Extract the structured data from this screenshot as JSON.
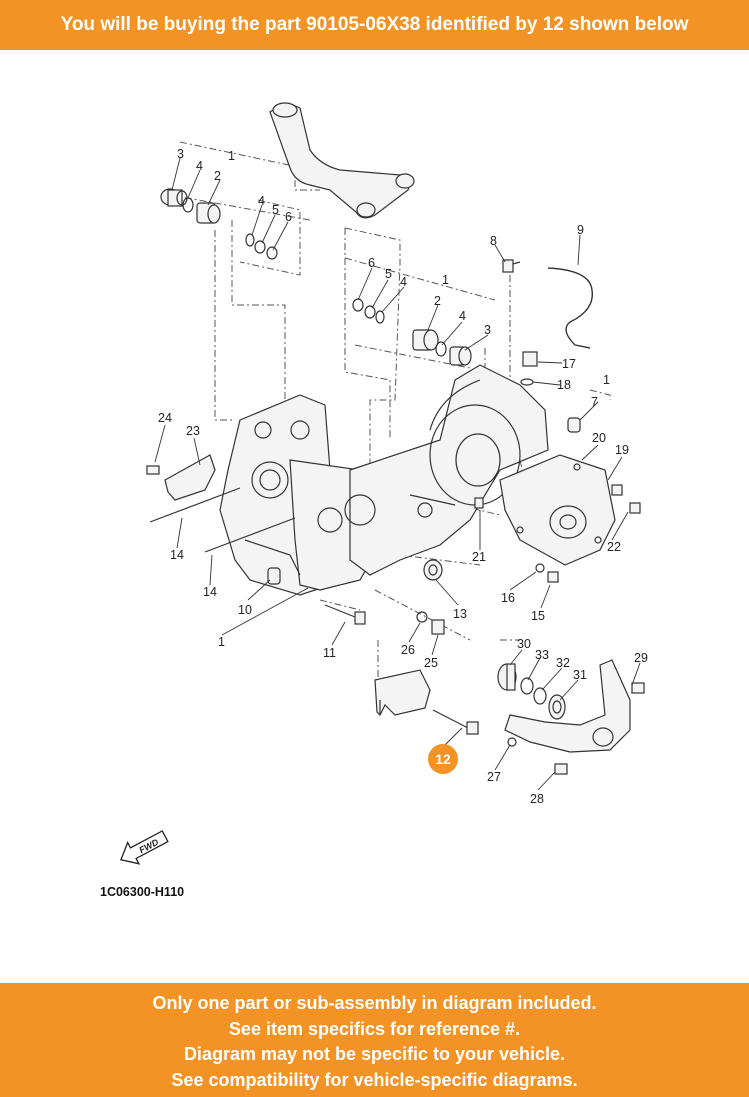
{
  "header": {
    "text": "You will be buying the part 90105-06X38 identified by 12 shown below"
  },
  "diagram": {
    "code": "1C06300-H110",
    "fwd_label": "FWD",
    "highlight": {
      "ref": "12",
      "color": "#f39325"
    },
    "callouts": [
      {
        "ref": "3"
      },
      {
        "ref": "4"
      },
      {
        "ref": "1"
      },
      {
        "ref": "2"
      },
      {
        "ref": "4"
      },
      {
        "ref": "5"
      },
      {
        "ref": "6"
      },
      {
        "ref": "8"
      },
      {
        "ref": "9"
      },
      {
        "ref": "6"
      },
      {
        "ref": "5"
      },
      {
        "ref": "4"
      },
      {
        "ref": "1"
      },
      {
        "ref": "2"
      },
      {
        "ref": "4"
      },
      {
        "ref": "3"
      },
      {
        "ref": "17"
      },
      {
        "ref": "18"
      },
      {
        "ref": "1"
      },
      {
        "ref": "7"
      },
      {
        "ref": "24"
      },
      {
        "ref": "23"
      },
      {
        "ref": "20"
      },
      {
        "ref": "19"
      },
      {
        "ref": "14"
      },
      {
        "ref": "14"
      },
      {
        "ref": "21"
      },
      {
        "ref": "22"
      },
      {
        "ref": "10"
      },
      {
        "ref": "16"
      },
      {
        "ref": "15"
      },
      {
        "ref": "13"
      },
      {
        "ref": "1"
      },
      {
        "ref": "11"
      },
      {
        "ref": "26"
      },
      {
        "ref": "25"
      },
      {
        "ref": "30"
      },
      {
        "ref": "33"
      },
      {
        "ref": "32"
      },
      {
        "ref": "31"
      },
      {
        "ref": "29"
      },
      {
        "ref": "27"
      },
      {
        "ref": "28"
      }
    ]
  },
  "footer": {
    "lines": [
      "Only one part or sub-assembly in diagram included.",
      "See item specifics for reference #.",
      "Diagram may not be specific to your vehicle.",
      "See compatibility for vehicle-specific diagrams."
    ]
  }
}
